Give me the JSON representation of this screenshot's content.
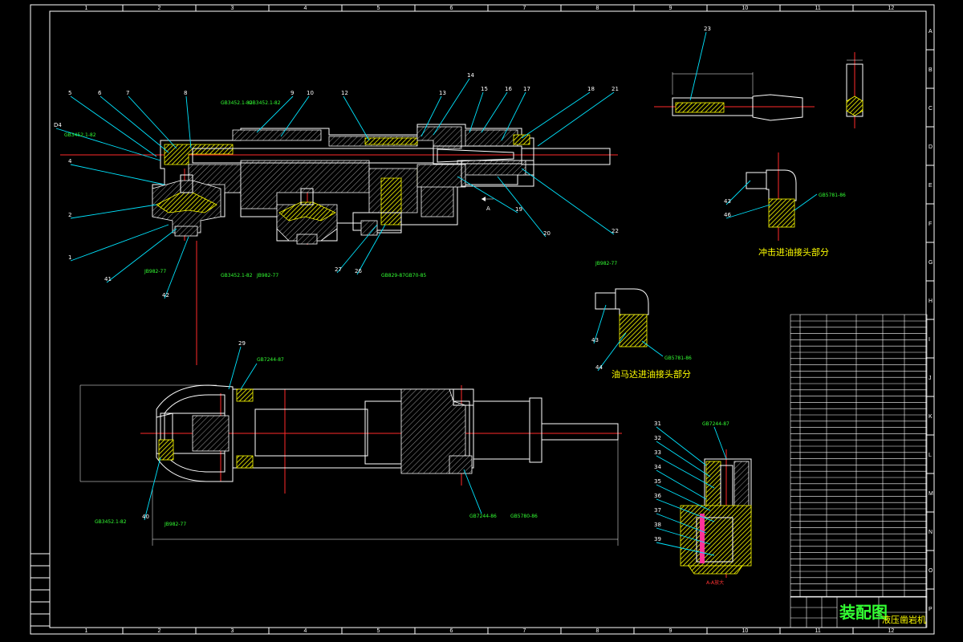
{
  "zones": {
    "cols": [
      "1",
      "2",
      "3",
      "4",
      "5",
      "6",
      "7",
      "8",
      "9",
      "10",
      "11",
      "12"
    ],
    "rows": [
      "A",
      "B",
      "C",
      "D",
      "E",
      "F",
      "G",
      "H",
      "I",
      "J",
      "K",
      "L",
      "M",
      "N",
      "O",
      "P"
    ]
  },
  "main_view": {
    "callouts_top": [
      "5",
      "6",
      "7",
      "8",
      "9",
      "10",
      "12",
      "13",
      "14",
      "15",
      "16",
      "17",
      "18",
      "21"
    ],
    "callouts_left": [
      "D4",
      "4",
      "2",
      "1"
    ],
    "callouts_bottom": [
      "41",
      "42",
      "27",
      "26",
      "19",
      "20",
      "22"
    ],
    "std_notes": [
      "GB3452.1-82",
      "GB3452.1-82",
      "GB3452.1-82",
      "GB3452.1-82",
      "JB982-77",
      "JB982-77",
      "GB829-87",
      "GB70-85"
    ],
    "marker_a": "A"
  },
  "side_view": {
    "callouts": [
      "29",
      "40"
    ],
    "std_notes": [
      "GB7244-87",
      "GB3452.1-82",
      "JB982-77",
      "GB7244-86",
      "GB5780-86"
    ]
  },
  "detail_impact": {
    "callouts": [
      "23",
      "43",
      "46"
    ],
    "caption": "冲击进油接头部分",
    "std_note": "GB5781-86"
  },
  "detail_motor": {
    "callouts": [
      "43",
      "44"
    ],
    "caption": "油马达进油接头部分",
    "std_notes": [
      "JB982-77",
      "GB5781-86"
    ]
  },
  "detail_valve": {
    "callouts": [
      "31",
      "32",
      "33",
      "34",
      "35",
      "36",
      "37",
      "38",
      "39"
    ],
    "std_note": "GB7244-87",
    "bottom_note": "A-A放大"
  },
  "title_block": {
    "drawing_kind": "装配图",
    "machine_name": "液压凿岩机"
  },
  "colors": {
    "background": "#000000",
    "outline": "#ffffff",
    "hatch": "#ffff00",
    "leader": "#00e5ff",
    "centerline": "#ff2a2a",
    "note": "#33ff33"
  }
}
